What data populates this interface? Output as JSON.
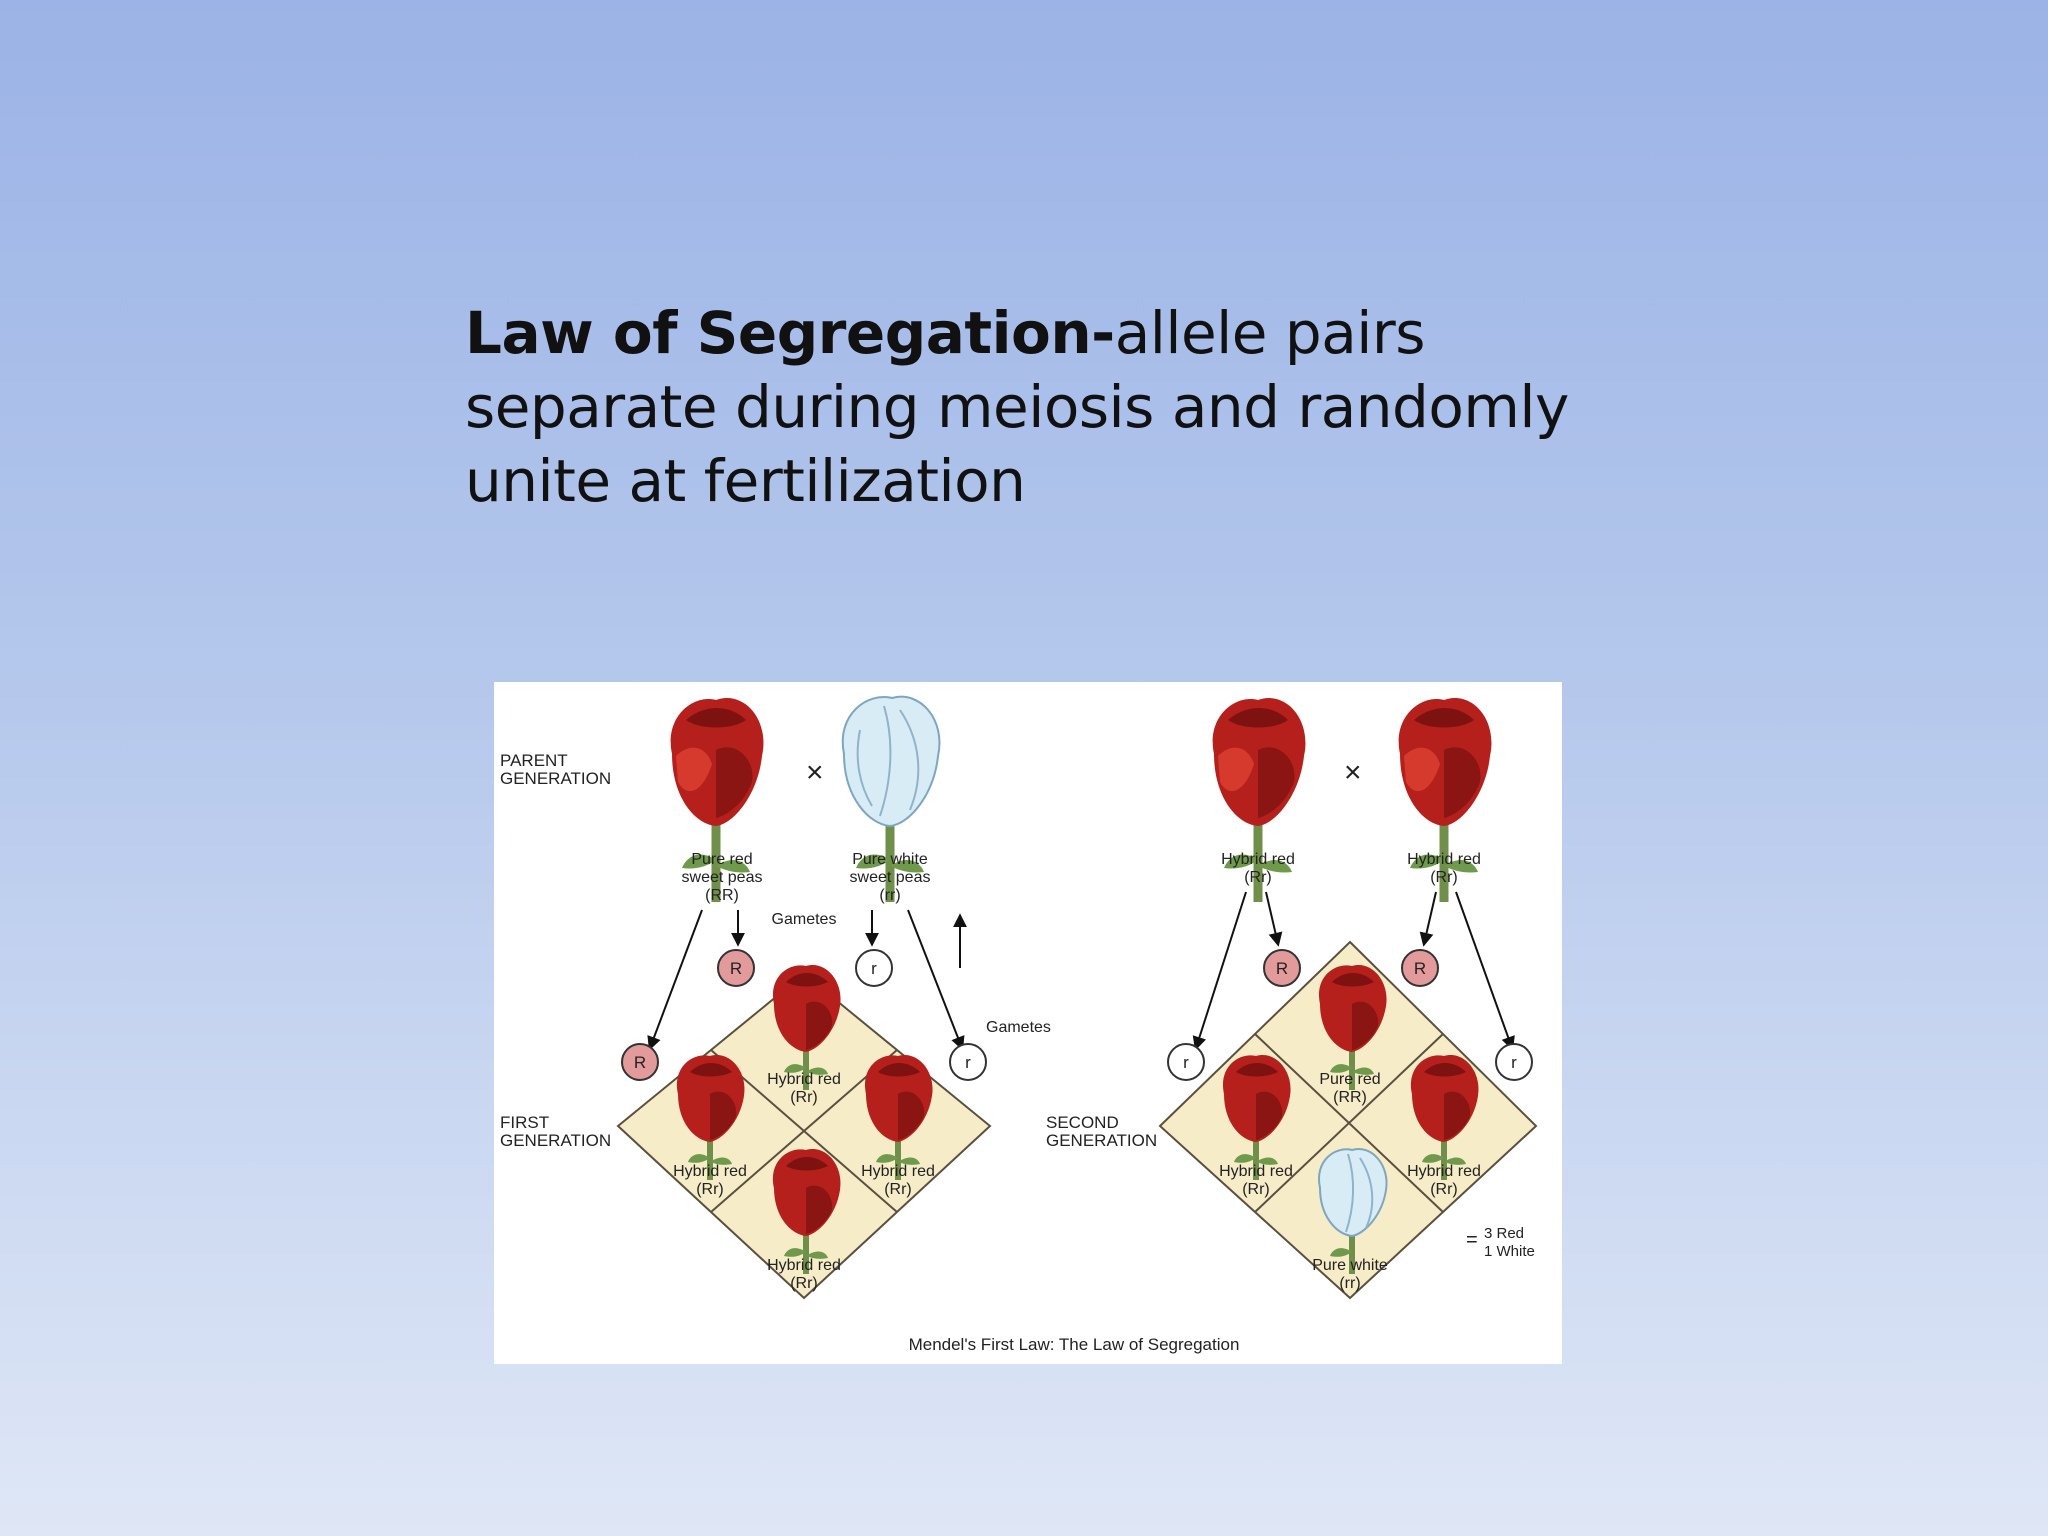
{
  "slide": {
    "title_bold": "Law of Segregation-",
    "title_rest": "allele pairs separate during meiosis and randomly unite at fertilization"
  },
  "diagram": {
    "caption": "Mendel's First Law: The Law of Segregation",
    "colors": {
      "red_flower": "#b5201c",
      "white_flower": "#d8ecf6",
      "square_fill": "#f7ecc8",
      "allele_R_fill": "#e39a9a"
    },
    "left": {
      "parent_label": [
        "PARENT",
        "GENERATION"
      ],
      "parent1": [
        "Pure red",
        "sweet peas",
        "(RR)"
      ],
      "parent2": [
        "Pure white",
        "sweet peas",
        "(rr)"
      ],
      "cross": "×",
      "gametes_label_top": "Gametes",
      "gametes_label_side": "Gametes",
      "allele_top_left": "R",
      "allele_top_right": "r",
      "allele_side_left": "R",
      "allele_side_right": "r",
      "generation_label": [
        "FIRST",
        "GENERATION"
      ],
      "cell_top": [
        "Hybrid red",
        "(Rr)"
      ],
      "cell_left": [
        "Hybrid red",
        "(Rr)"
      ],
      "cell_right": [
        "Hybrid red",
        "(Rr)"
      ],
      "cell_bottom": [
        "Hybrid red",
        "(Rr)"
      ]
    },
    "right": {
      "parent1": [
        "Hybrid red",
        "(Rr)"
      ],
      "parent2": [
        "Hybrid red",
        "(Rr)"
      ],
      "cross": "×",
      "allele_top_left": "R",
      "allele_top_right": "R",
      "allele_side_left": "r",
      "allele_side_right": "r",
      "generation_label": [
        "SECOND",
        "GENERATION"
      ],
      "cell_top": [
        "Pure red",
        "(RR)"
      ],
      "cell_left": [
        "Hybrid red",
        "(Rr)"
      ],
      "cell_right": [
        "Hybrid red",
        "(Rr)"
      ],
      "cell_bottom": [
        "Pure white",
        "(rr)"
      ],
      "ratio_equals": "=",
      "ratio": [
        "3 Red",
        "1 White"
      ]
    }
  }
}
